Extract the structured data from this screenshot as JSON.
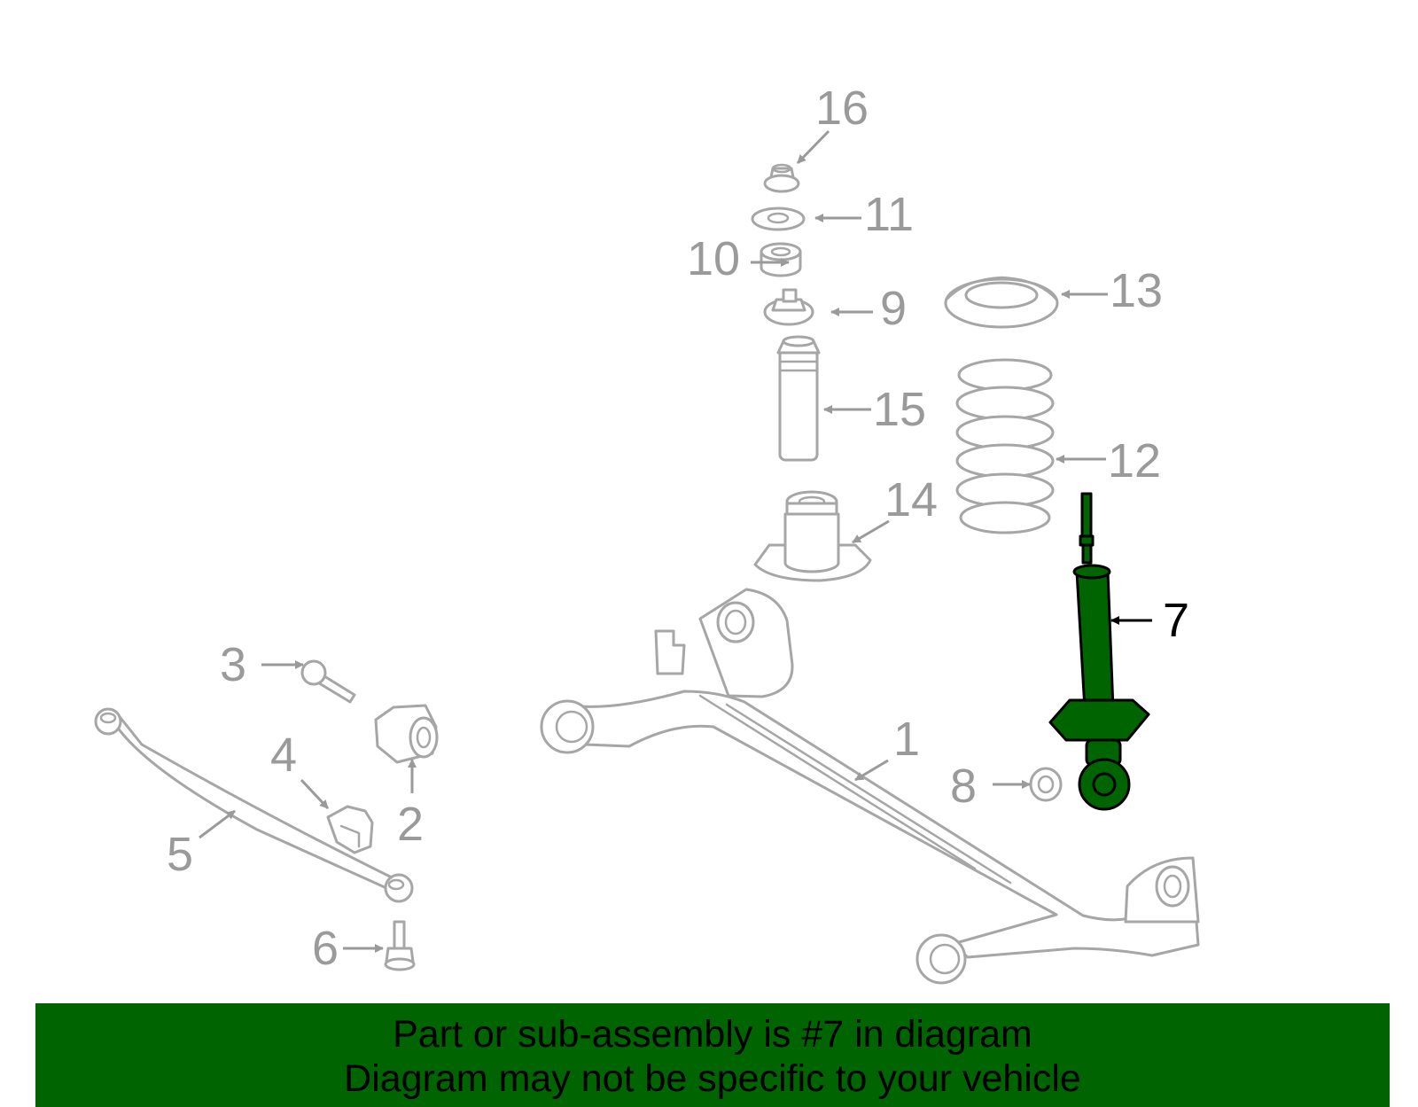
{
  "diagram": {
    "selected_part": "7",
    "accent_color": "#006400",
    "callouts": [
      "1",
      "2",
      "3",
      "4",
      "5",
      "6",
      "7",
      "8",
      "9",
      "10",
      "11",
      "12",
      "13",
      "14",
      "15",
      "16"
    ]
  },
  "banner": {
    "line1": "Part or sub-assembly is #7 in diagram",
    "line2": "Diagram may not be specific to your vehicle",
    "background": "#006400"
  }
}
